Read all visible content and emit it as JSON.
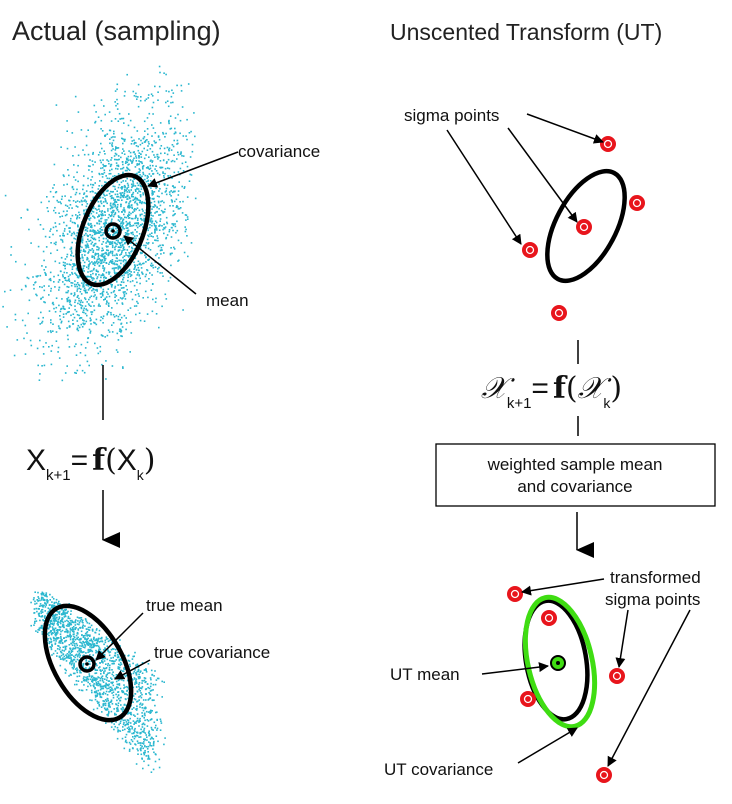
{
  "titles": {
    "left": "Actual (sampling)",
    "right": "Unscented Transform (UT)"
  },
  "left_panel": {
    "labels": {
      "covariance": "covariance",
      "mean": "mean",
      "true_mean": "true mean",
      "true_covariance": "true covariance"
    },
    "equation": {
      "lhs_var": "X",
      "lhs_sub": "k+1",
      "equals": "=",
      "func": "f",
      "open": "(",
      "arg_var": "X",
      "arg_sub": "k",
      "close": ")"
    }
  },
  "right_panel": {
    "labels": {
      "sigma_points": "sigma points",
      "transformed_line1": "transformed",
      "transformed_line2": "sigma points",
      "ut_mean": "UT mean",
      "ut_covariance": "UT covariance"
    },
    "equation": {
      "lhs_var": "𝒳",
      "lhs_sub": "k+1",
      "equals": "=",
      "func": "f",
      "open": "(",
      "arg_var": "𝒳",
      "arg_sub": "k",
      "close": ")"
    },
    "box_line1": "weighted sample mean",
    "box_line2": "and covariance"
  },
  "colors": {
    "scatter": "#2ab7cf",
    "sigma_point": "#e8151c",
    "ut_ellipse": "#3fdd12",
    "ellipse": "#000000"
  }
}
